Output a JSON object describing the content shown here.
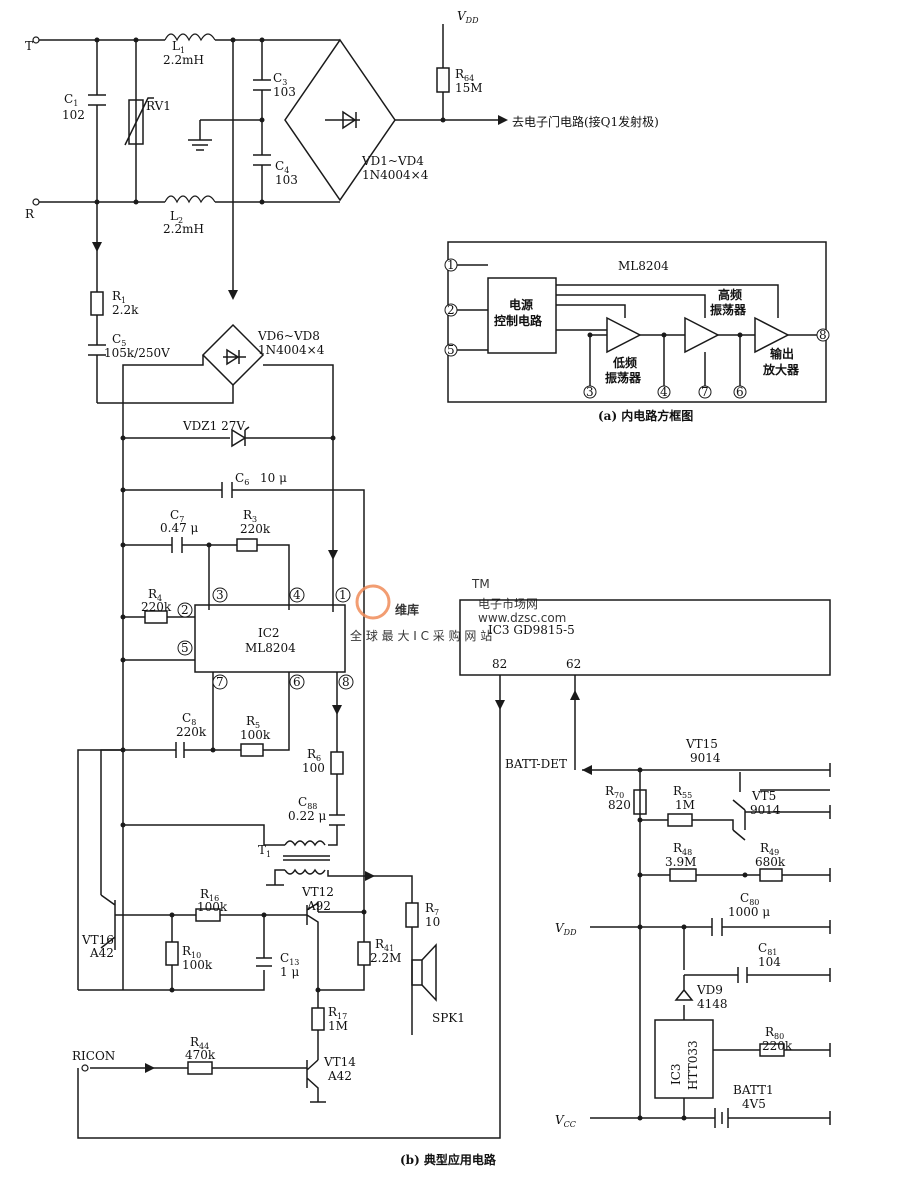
{
  "colors": {
    "ink": "#1a1a1a",
    "watermark": "#f08c5a"
  },
  "top": {
    "T": "T",
    "R": "R",
    "L1": "L",
    "L1sub": "1",
    "L1val": "2.2mH",
    "L2": "L",
    "L2sub": "2",
    "L2val": "2.2mH",
    "C1": "C",
    "C1sub": "1",
    "C1val": "102",
    "RV1": "RV1",
    "C3": "C",
    "C3sub": "3",
    "C3val": "103",
    "C4": "C",
    "C4sub": "4",
    "C4val": "103",
    "VDD": "V",
    "VDDsub": "DD",
    "R64": "R",
    "R64sub": "64",
    "R64val": "15M",
    "bridge1": "VD1~VD4",
    "bridge1val": "1N4004×4",
    "out": "去电子门电路(接Q1发射极)"
  },
  "block": {
    "title": "ML8204",
    "power1": "电源",
    "power2": "控制电路",
    "hf1": "高频",
    "hf2": "振荡器",
    "lf1": "低频",
    "lf2": "振荡器",
    "amp1": "输出",
    "amp2": "放大器",
    "pins": [
      "1",
      "2",
      "5",
      "3",
      "4",
      "7",
      "6",
      "8"
    ],
    "caption": "(a) 内电路方框图"
  },
  "main": {
    "R1": "R",
    "R1sub": "1",
    "R1val": "2.2k",
    "C5": "C",
    "C5sub": "5",
    "C5val": "105k/250V",
    "bridge2": "VD6~VD8",
    "bridge2val": "1N4004×4",
    "VDZ1": "VDZ1  27V",
    "C6": "C",
    "C6sub": "6",
    "C6val": "10 μ",
    "C7": "C",
    "C7sub": "7",
    "C7val": "0.47 μ",
    "R3": "R",
    "R3sub": "3",
    "R3val": "220k",
    "R4": "R",
    "R4sub": "4",
    "R4val": "220k",
    "IC2": "IC2",
    "IC2val": "ML8204",
    "pins": [
      "3",
      "4",
      "1",
      "2",
      "5",
      "7",
      "6",
      "8"
    ],
    "C8": "C",
    "C8sub": "8",
    "C8val": "220k",
    "R5": "R",
    "R5sub": "5",
    "R5val": "100k",
    "R6": "R",
    "R6sub": "6",
    "R6val": "100",
    "C88": "C",
    "C88sub": "88",
    "C88val": "0.22 μ",
    "T1": "T",
    "T1sub": "1",
    "R7": "R",
    "R7sub": "7",
    "R7val": "10",
    "SPK1": "SPK1",
    "VT12": "VT12",
    "VT12val": "A92",
    "R16": "R",
    "R16sub": "16",
    "R16val": "100k",
    "VT16": "VT16",
    "VT16val": "A42",
    "R10": "R",
    "R10sub": "10",
    "R10val": "100k",
    "C13": "C",
    "C13sub": "13",
    "C13val": "1 μ",
    "R41": "R",
    "R41sub": "41",
    "R41val": "2.2M",
    "R17": "R",
    "R17sub": "17",
    "R17val": "1M",
    "RICON": "RICON",
    "R44": "R",
    "R44sub": "44",
    "R44val": "470k",
    "VT14": "VT14",
    "VT14val": "A42",
    "caption": "(b) 典型应用电路"
  },
  "ic3": {
    "label": "IC3  GD9815-5",
    "pin82": "82",
    "pin62": "62",
    "BATT": "BATT-DET",
    "VT15": "VT15",
    "VT15val": "9014",
    "VT5": "VT5",
    "VT5val": "9014",
    "R70": "R",
    "R70sub": "70",
    "R70val": "820",
    "R55": "R",
    "R55sub": "55",
    "R55val": "1M",
    "R48": "R",
    "R48sub": "48",
    "R48val": "3.9M",
    "R49": "R",
    "R49sub": "49",
    "R49val": "680k",
    "VDD": "V",
    "VDDsub": "DD",
    "C80": "C",
    "C80sub": "80",
    "C80val": "1000 μ",
    "C81": "C",
    "C81sub": "81",
    "C81val": "104",
    "VD9": "VD9",
    "VD9val": "4148",
    "IC3b": "IC3",
    "IC3bval": "HTT033",
    "R80": "R",
    "R80sub": "80",
    "R80val": "220k",
    "BATT1": "BATT1",
    "BATT1val": "4V5",
    "VCC": "V",
    "VCCsub": "CC"
  },
  "watermark": {
    "cn": "维库",
    "name": "电子市场网",
    "url": "www.dzsc.com",
    "slogan": "全 球 最 大 I C 采 购 网 站",
    "tm": "TM"
  }
}
